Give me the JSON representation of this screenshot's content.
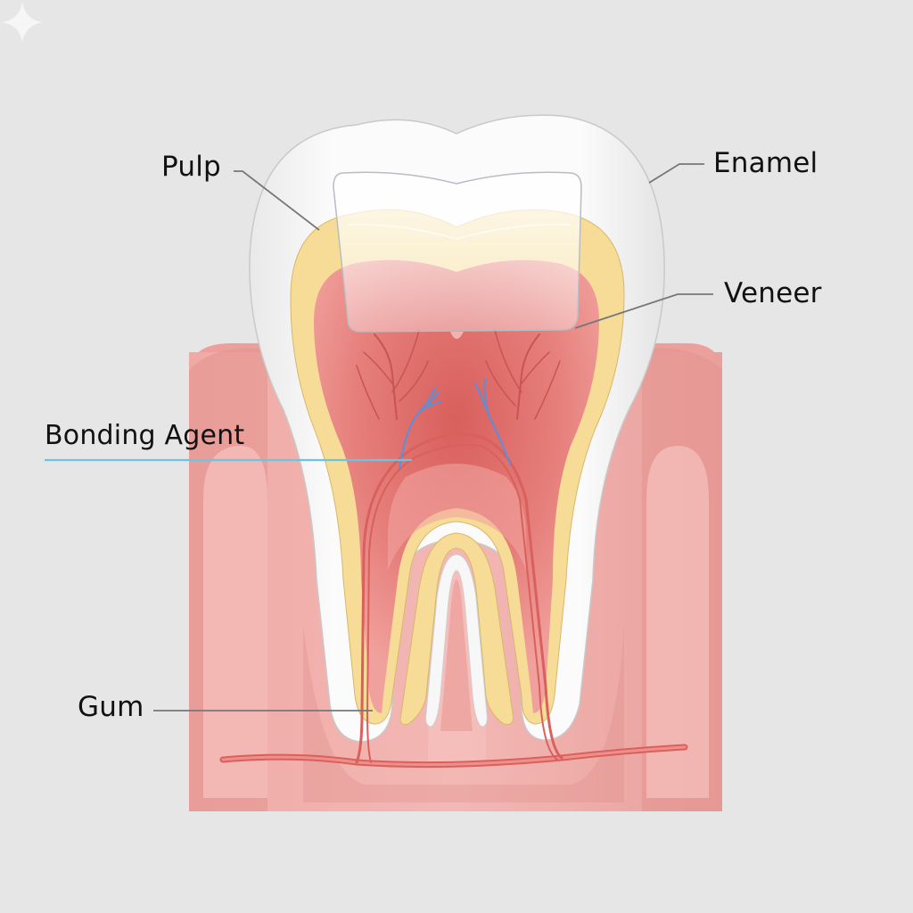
{
  "diagram": {
    "subject": "Tooth cross-section with dental veneer",
    "background_color": "#e6e6e6",
    "labels": [
      {
        "id": "pulp",
        "text": "Pulp",
        "leader_color": "#777777",
        "leader_from": [
          262,
          192
        ],
        "leader_to": [
          358,
          258
        ]
      },
      {
        "id": "enamel",
        "text": "Enamel",
        "leader_color": "#777777",
        "leader_from": [
          790,
          184
        ],
        "leader_to": [
          728,
          205
        ]
      },
      {
        "id": "veneer",
        "text": "Veneer",
        "leader_color": "#777777",
        "leader_from": [
          800,
          330
        ],
        "leader_to": [
          645,
          368
        ]
      },
      {
        "id": "bonding_agent",
        "text": "Bonding Agent",
        "leader_color": "#6cc4e0",
        "leader_from": [
          50,
          516
        ],
        "leader_to": [
          462,
          516
        ]
      },
      {
        "id": "gum",
        "text": "Gum",
        "leader_color": "#777777",
        "leader_from": [
          172,
          797
        ],
        "leader_to": [
          418,
          797
        ]
      }
    ],
    "colors": {
      "enamel": "#f7f7f7",
      "dentin": "#f7e2a0",
      "pulp": "#e8817d",
      "gum": "#eea7a3",
      "gum_dark": "#e08f8b",
      "vessel_red": "#d9605c",
      "nerve_blue": "#5a8fdc",
      "veneer": "#ffffff"
    },
    "watermark": {
      "icon": "sparkle-icon",
      "color": "#f6f6f6"
    }
  }
}
